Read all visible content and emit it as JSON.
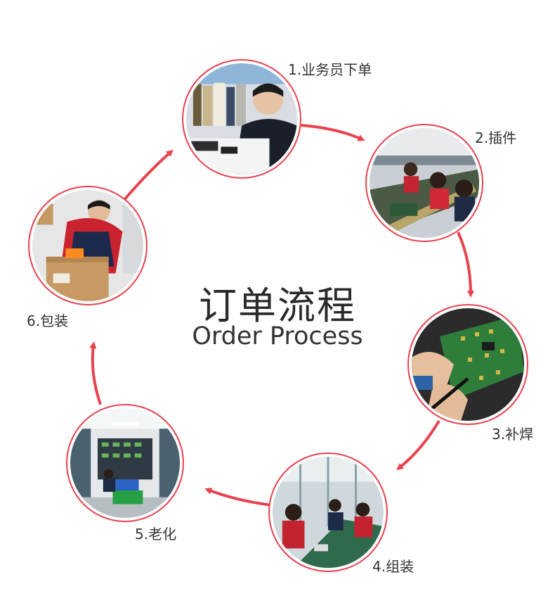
{
  "title": {
    "cn": "订单流程",
    "en": "Order Process"
  },
  "steps": [
    {
      "label": "1.业务员下单",
      "photo": "salesperson-at-desk-photo"
    },
    {
      "label": "2.插件",
      "photo": "component-insertion-line-photo"
    },
    {
      "label": "3.补焊",
      "photo": "pcb-soldering-photo"
    },
    {
      "label": "4.组装",
      "photo": "assembly-line-photo"
    },
    {
      "label": "5.老化",
      "photo": "aging-test-room-photo"
    },
    {
      "label": "6.包装",
      "photo": "packing-boxes-photo"
    }
  ],
  "colors": {
    "accent": "#e8424f",
    "text": "#333333"
  }
}
